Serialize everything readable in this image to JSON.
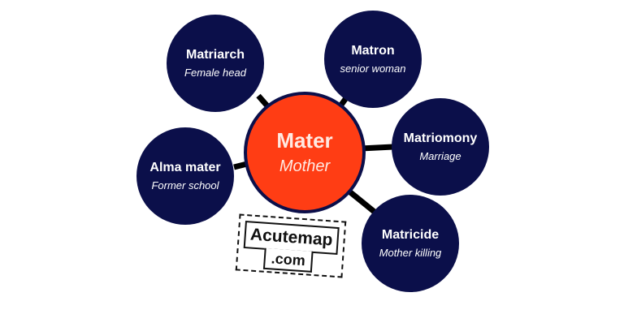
{
  "diagram": {
    "center": {
      "title": "Mater",
      "subtitle": "Mother"
    },
    "satellites": [
      {
        "id": "matriarch",
        "title": "Matriarch",
        "subtitle": "Female head"
      },
      {
        "id": "matron",
        "title": "Matron",
        "subtitle": "senior woman"
      },
      {
        "id": "matrimony",
        "title": "Matriomony",
        "subtitle": "Marriage"
      },
      {
        "id": "matricide",
        "title": "Matricide",
        "subtitle": "Mother killing"
      },
      {
        "id": "alma-mater",
        "title": "Alma mater",
        "subtitle": "Former school"
      }
    ]
  },
  "watermark": {
    "line1": "Acutemap",
    "line2": ".com"
  },
  "colors": {
    "satellite_fill": "#0b0f4a",
    "center_fill": "#ff3d14",
    "connector": "#000000",
    "text_light": "#ffffff"
  }
}
